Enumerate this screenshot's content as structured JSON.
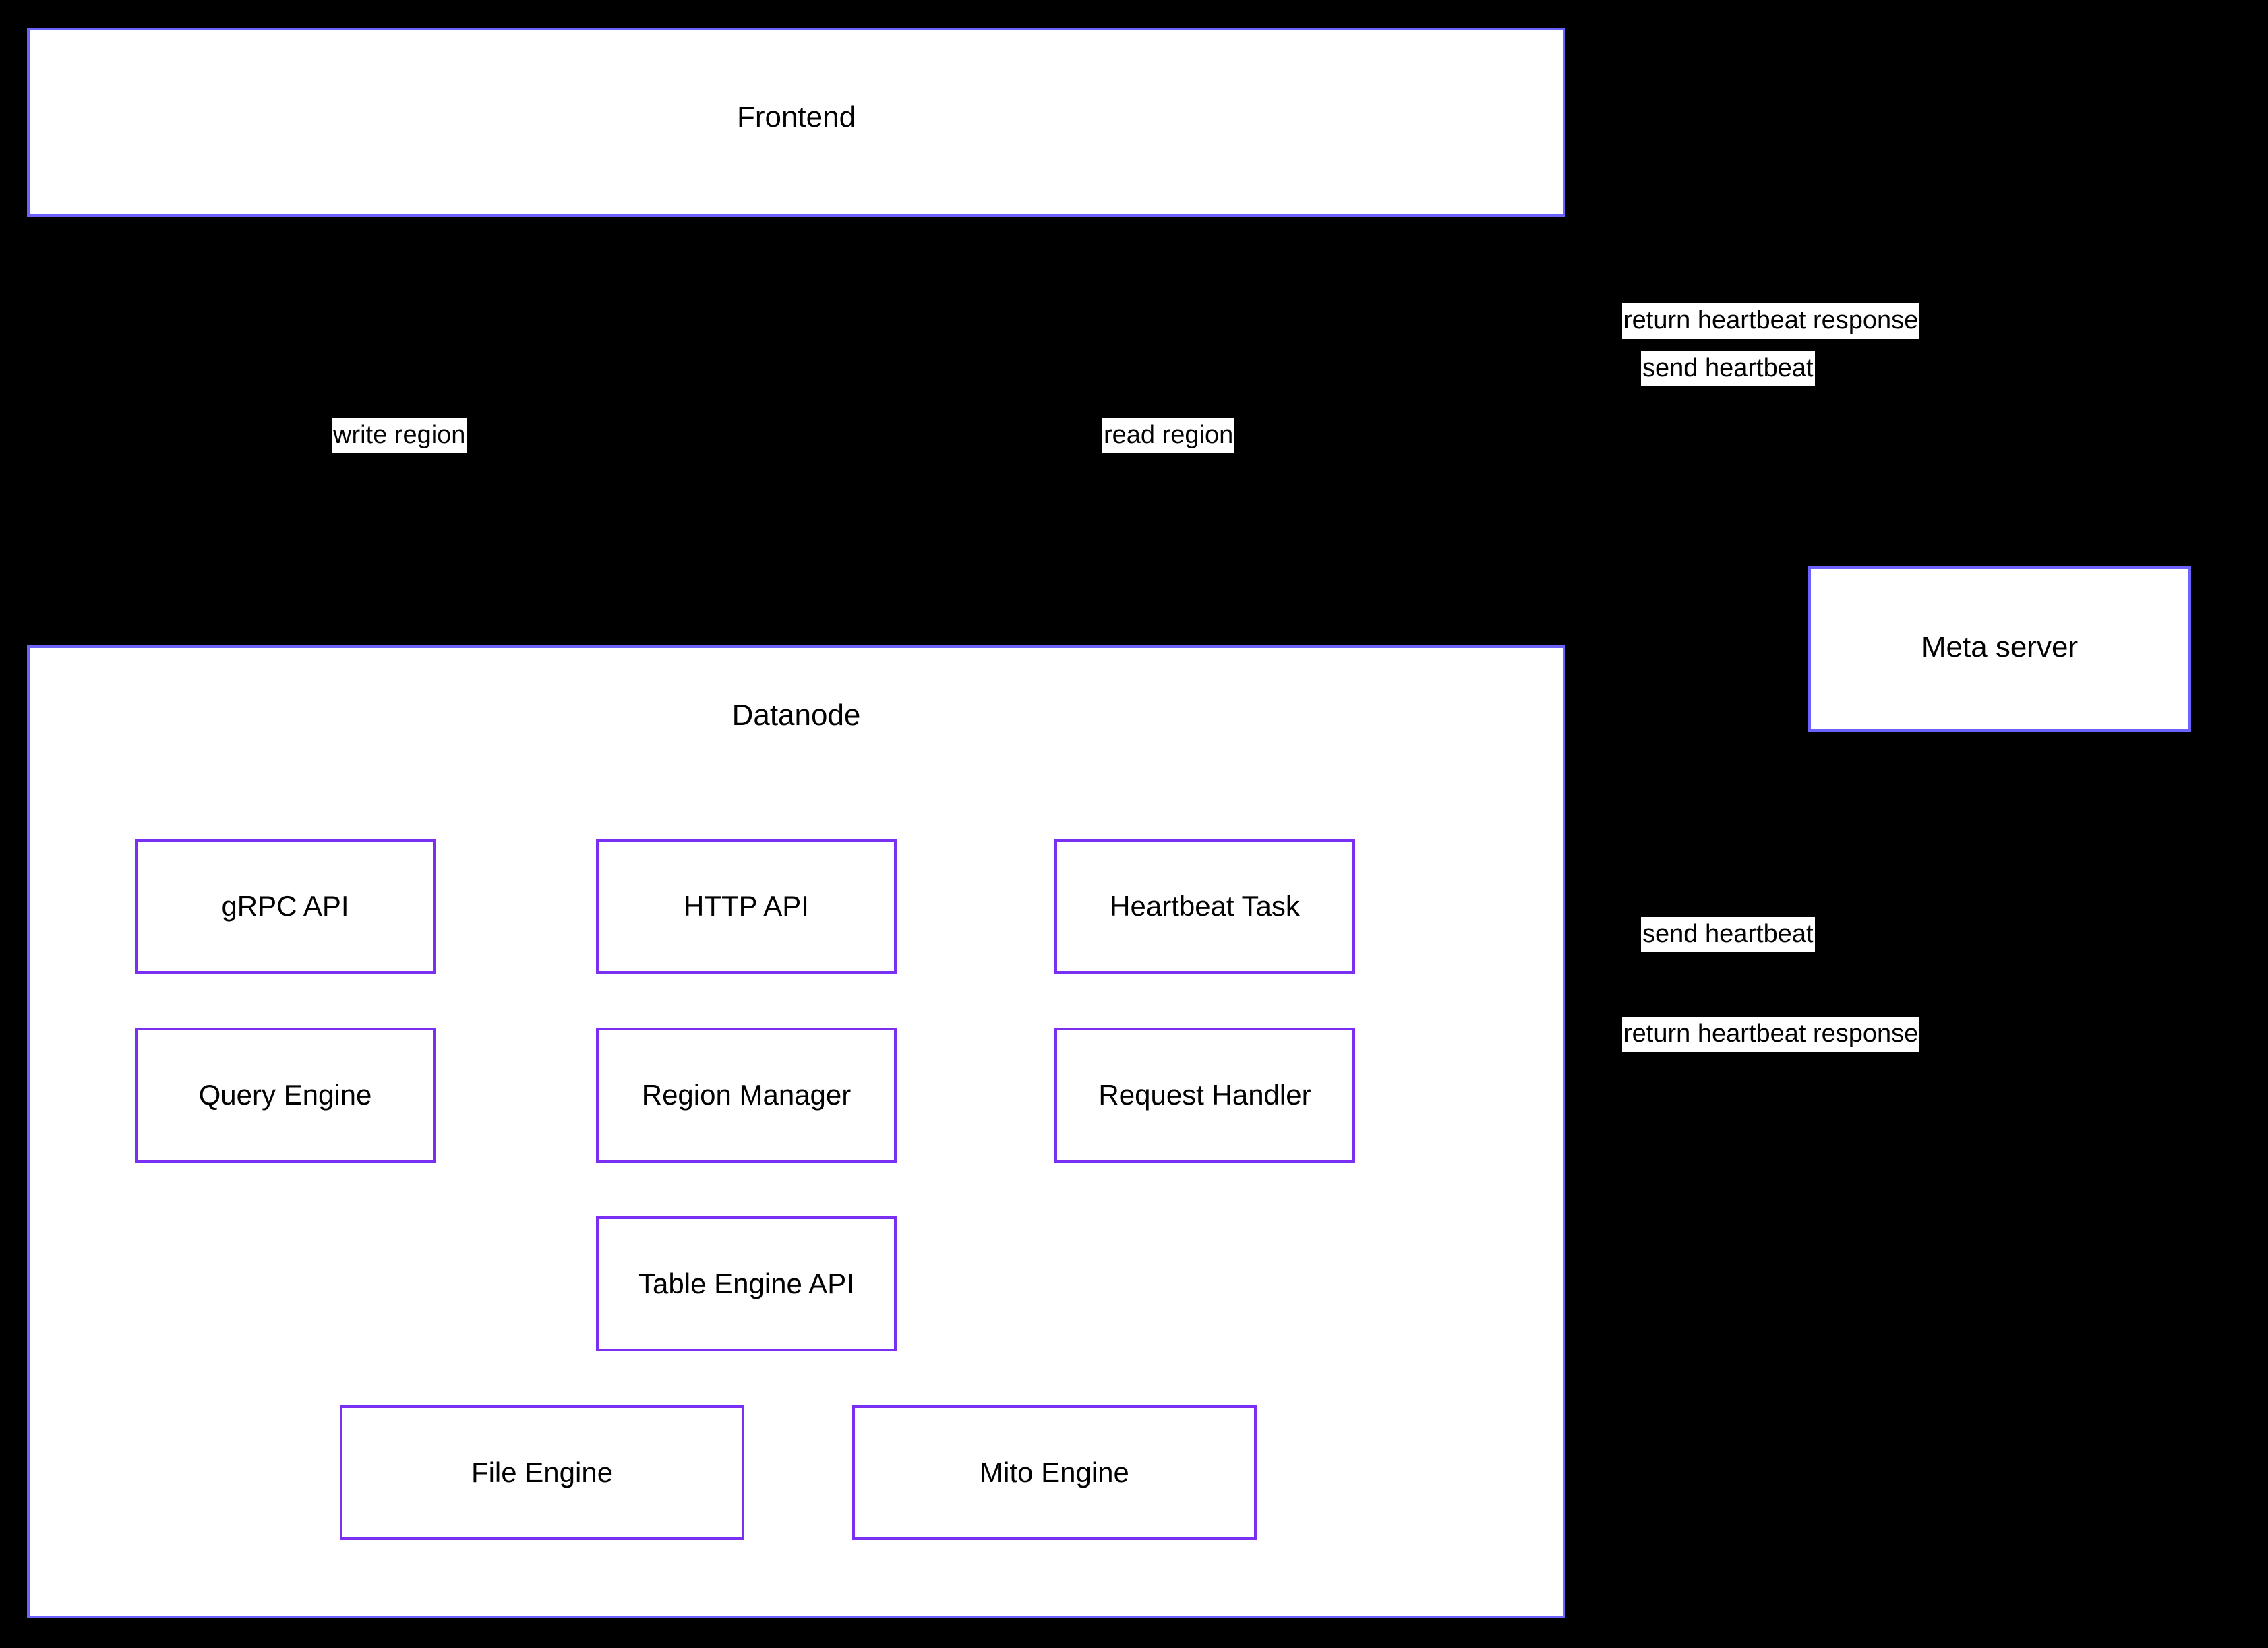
{
  "diagram": {
    "background_color": "#000000",
    "container_border_color": "#6c63ff",
    "component_border_color": "#7b2ff2",
    "node_fill": "#ffffff",
    "text_color": "#000000"
  },
  "nodes": {
    "frontend": {
      "label": "Frontend"
    },
    "meta_server": {
      "label": "Meta server"
    },
    "datanode": {
      "label": "Datanode"
    }
  },
  "datanode_components": [
    {
      "label": "gRPC API"
    },
    {
      "label": "HTTP API"
    },
    {
      "label": "Heartbeat Task"
    },
    {
      "label": "Query Engine"
    },
    {
      "label": "Region Manager"
    },
    {
      "label": "Request Handler"
    },
    {
      "label": "Table Engine API"
    },
    {
      "label": "File Engine"
    },
    {
      "label": "Mito Engine"
    }
  ],
  "edge_labels": {
    "write_region": "write region",
    "read_region": "read region",
    "frontend_return_heartbeat_response": "return heartbeat response",
    "frontend_send_heartbeat": "send heartbeat",
    "datanode_send_heartbeat": "send heartbeat",
    "datanode_return_heartbeat_response": "return heartbeat response"
  }
}
